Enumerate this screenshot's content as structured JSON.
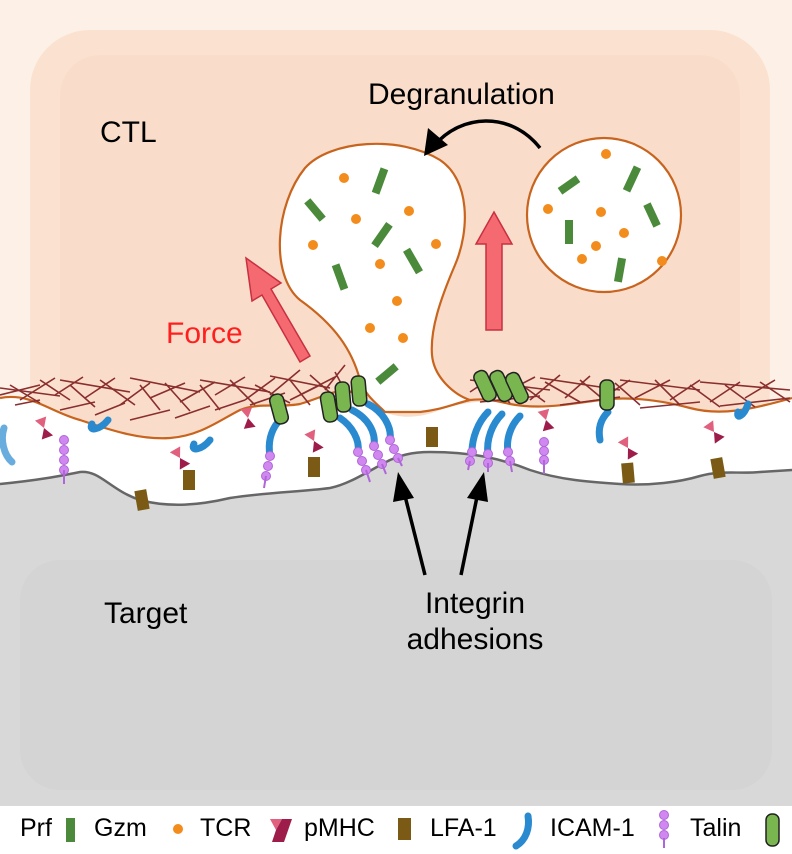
{
  "labels": {
    "ctl": "CTL",
    "degranulation": "Degranulation",
    "force": "Force",
    "target": "Target",
    "integrin_line1": "Integrin",
    "integrin_line2": "adhesions"
  },
  "legend": {
    "prf": "Prf",
    "gzm": "Gzm",
    "tcr": "TCR",
    "pmhc": "pMHC",
    "lfa1": "LFA-1",
    "icam1": "ICAM-1",
    "talin": "Talin"
  },
  "colors": {
    "ctl_bg": "#fbe3d3",
    "target_bg": "#d6d6d6",
    "membrane": "#c8641e",
    "prf": "#4a8a3a",
    "gzm": "#f28c1c",
    "tcr_pink": "#e0607e",
    "tcr_dark": "#9e1c4a",
    "pmhc": "#7a5a14",
    "lfa1": "#2a8ad0",
    "icam1": "#d088f0",
    "talin": "#7ab650",
    "actin": "#8a2e2e",
    "force_arrow": "#f56a70"
  }
}
